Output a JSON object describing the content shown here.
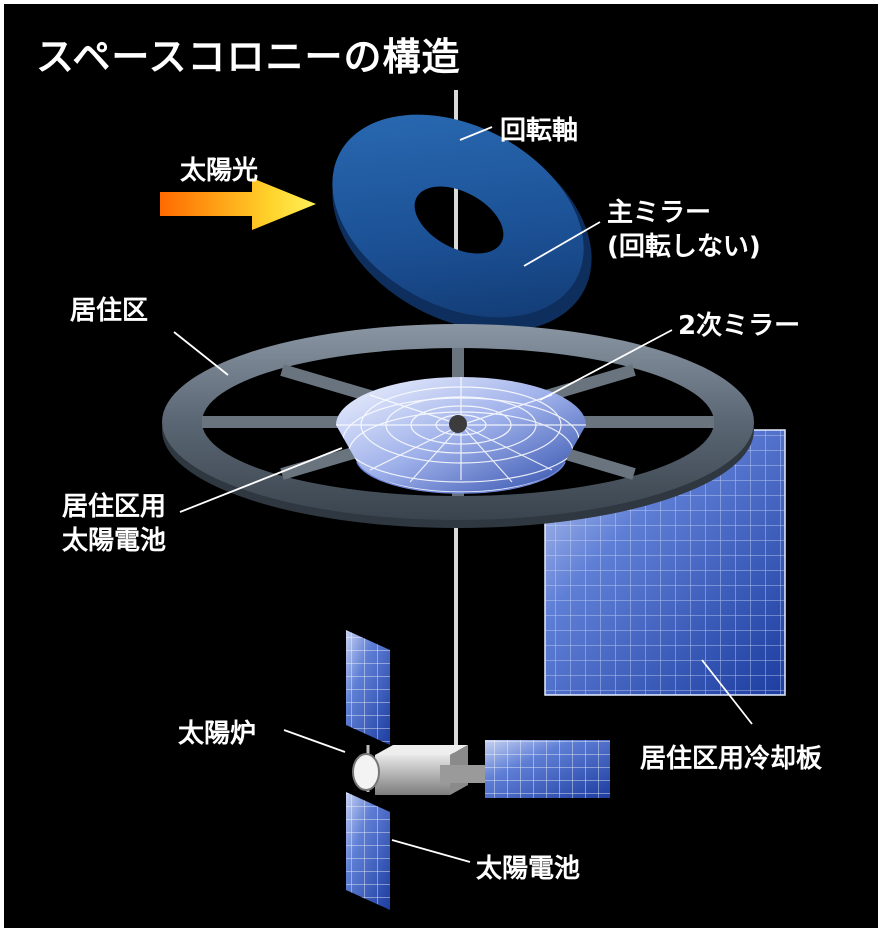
{
  "title": "スペースコロニーの構造",
  "labels": {
    "rotation_axis": "回転軸",
    "sunlight": "太陽光",
    "main_mirror_line1": "主ミラー",
    "main_mirror_line2": "(回転しない)",
    "habitat": "居住区",
    "secondary_mirror": "2次ミラー",
    "habitat_solar_line1": "居住区用",
    "habitat_solar_line2": "太陽電池",
    "solar_furnace": "太陽炉",
    "habitat_radiator": "居住区用冷却板",
    "solar_cells": "太陽電池"
  },
  "colors": {
    "background": "#000000",
    "text": "#ffffff",
    "mirror_blue": "#1e5aa0",
    "ring_gray": "#5f6b78",
    "panel_blue": "#3a5ec0",
    "arrow_orange": "#ff7a00",
    "arrow_yellow": "#ffe84a"
  }
}
